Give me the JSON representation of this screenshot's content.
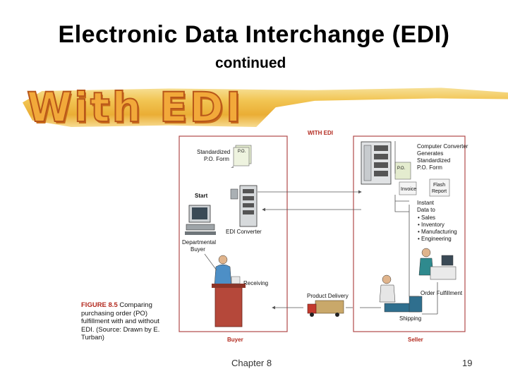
{
  "slide": {
    "title": "Electronic Data Interchange (EDI)",
    "subtitle": "continued",
    "banner": "With EDI",
    "footer_chapter": "Chapter 8",
    "footer_page": "19"
  },
  "figure": {
    "header": "WITH EDI",
    "labels": {
      "standardized_po_form": [
        "Standardized",
        "P.O. Form"
      ],
      "po_doc": "P.O.",
      "start": "Start",
      "edi_converter": "EDI Converter",
      "departmental_buyer": [
        "Departmental",
        "Buyer"
      ],
      "receiving": "Receiving",
      "buyer": "Buyer",
      "computer_converter": [
        "Computer Converter",
        "Generates",
        "Standardized",
        "P.O. Form"
      ],
      "po_doc_seller": "P.O.",
      "invoice": "Invoice",
      "flash_report": [
        "Flash",
        "Report"
      ],
      "instant_data": [
        "Instant",
        "Data to"
      ],
      "instant_data_items": [
        "• Sales",
        "• Inventory",
        "• Manufacturing",
        "• Engineering"
      ],
      "order_fulfillment": "Order Fulfillment",
      "product_delivery": "Product Delivery",
      "shipping": "Shipping",
      "seller": "Seller"
    },
    "caption": {
      "figure_number": "FIGURE 8.5",
      "text": "Comparing purchasing order (PO) fulfillment with and without EDI. (Source: Drawn by E. Turban)"
    },
    "colors": {
      "box_border": "#b04a4a",
      "label_red": "#b32a1f",
      "desk": "#b5483a",
      "banner_fill": "#f2a93a"
    }
  }
}
